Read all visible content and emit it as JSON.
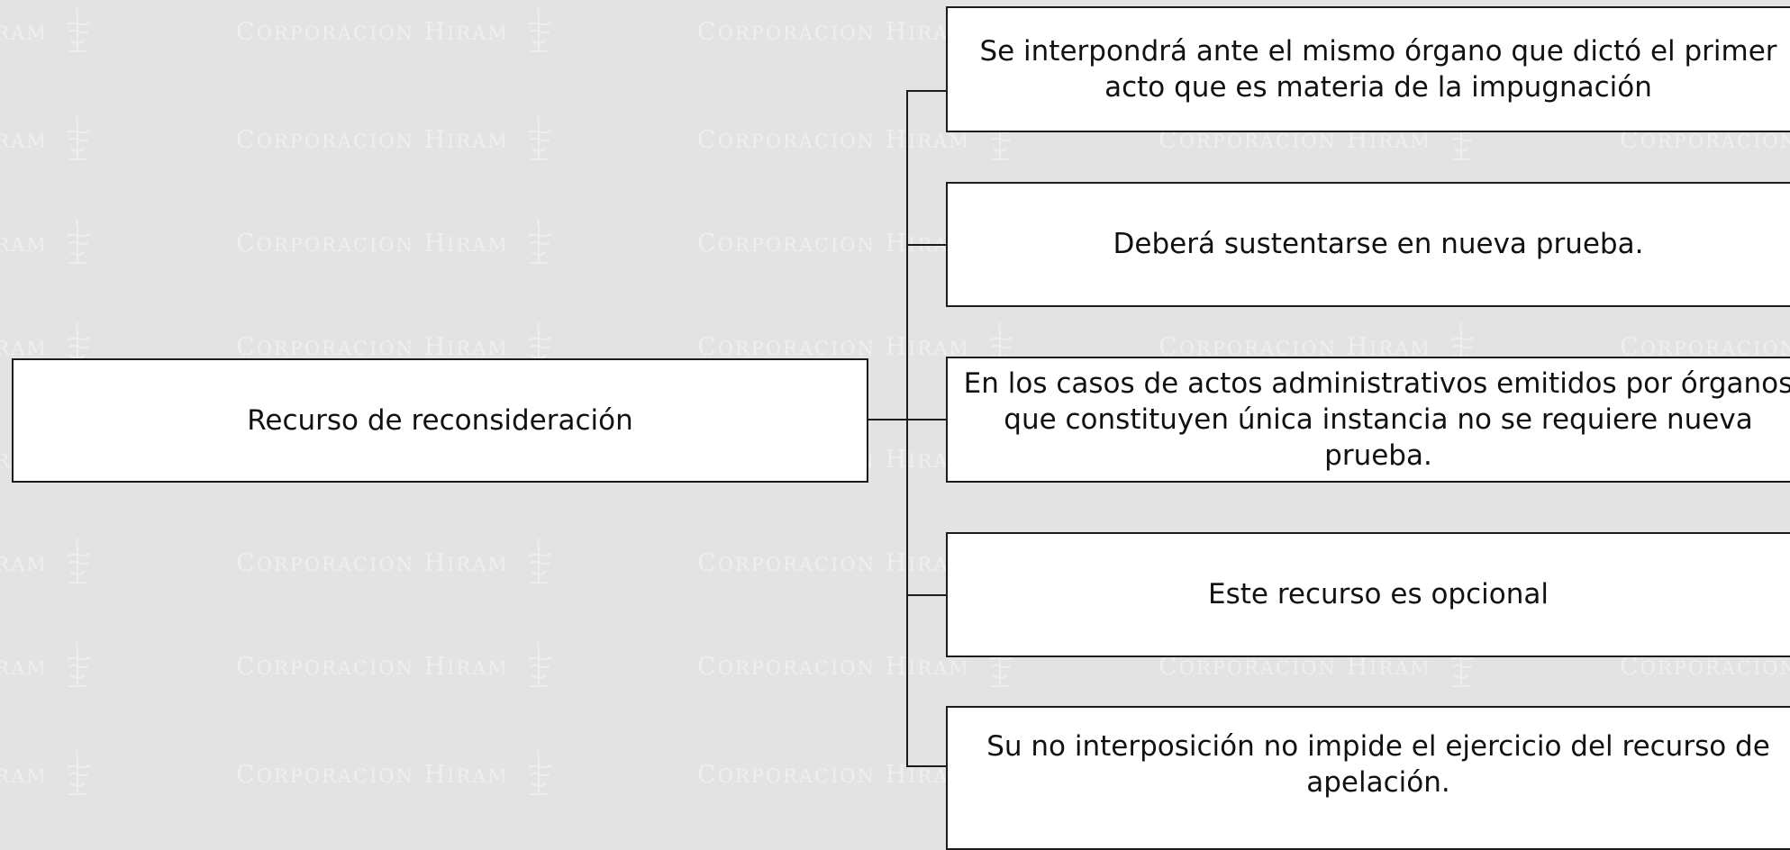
{
  "watermark": {
    "brand": "CORPORACION HIRAM"
  },
  "diagram": {
    "root": {
      "label": "Recurso de reconsideración"
    },
    "children": [
      {
        "label": "Se interpondrá ante el mismo órgano que dictó el primer acto que es materia de la impugnación"
      },
      {
        "label": "Deberá sustentarse en nueva prueba."
      },
      {
        "label": "En los casos de actos administrativos emitidos por órganos que constituyen única instancia no se requiere nueva prueba."
      },
      {
        "label": "Este recurso es opcional"
      },
      {
        "label": "Su no interposición no impide el ejercicio del recurso de apelación."
      }
    ]
  },
  "colors": {
    "background": "#e3e3e3",
    "box_fill": "#ffffff",
    "box_border": "#1c1c1c",
    "text": "#111111",
    "watermark": "#efefef"
  }
}
